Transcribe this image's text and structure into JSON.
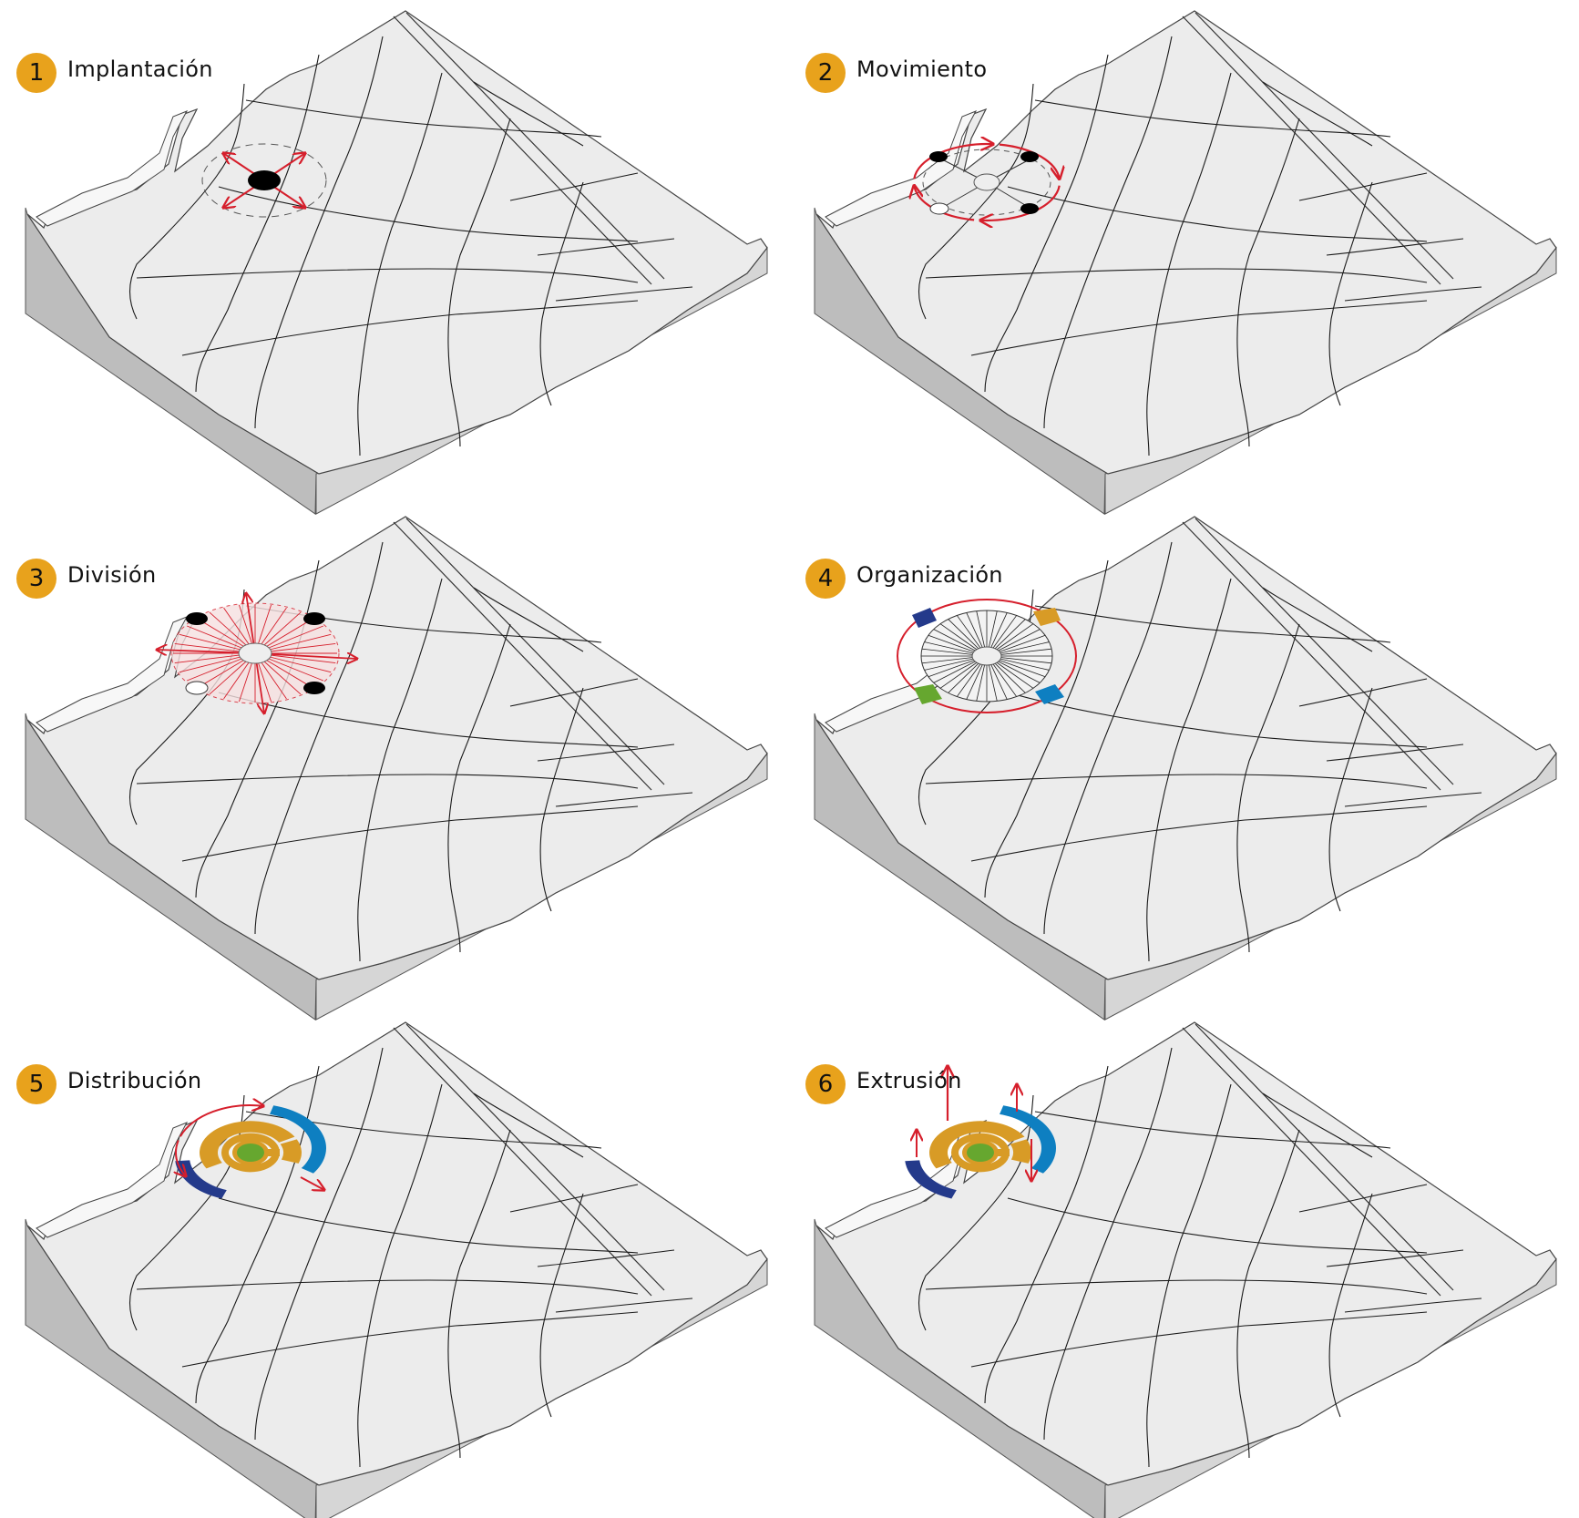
{
  "colors": {
    "badge": "#e8a21c",
    "arrow": "#d61f2c",
    "core_green": "#66a72f",
    "orange_ring": "#d89b26",
    "blue_light": "#0e7fc1",
    "blue_dark": "#243a8b",
    "terrain_top": "#ececec",
    "terrain_side": "#bdbdbd",
    "contour": "#1a1a1a"
  },
  "steps": [
    {
      "number": "1",
      "title": "Implantación",
      "stage": "implantation"
    },
    {
      "number": "2",
      "title": "Movimiento",
      "stage": "movement"
    },
    {
      "number": "3",
      "title": "División",
      "stage": "division"
    },
    {
      "number": "4",
      "title": "Organización",
      "stage": "organization"
    },
    {
      "number": "5",
      "title": "Distribución",
      "stage": "distribution"
    },
    {
      "number": "6",
      "title": "Extrusión",
      "stage": "extrusion"
    }
  ]
}
